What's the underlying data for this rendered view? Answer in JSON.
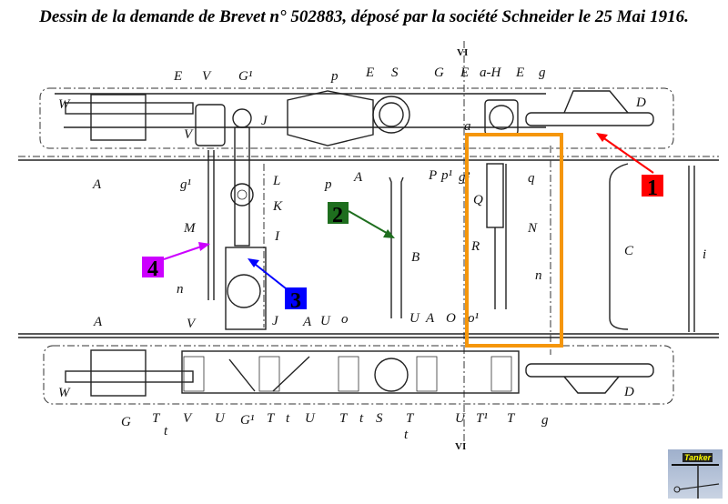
{
  "title": "Dessin de la demande de Brevet n° 502883, déposé par la société Schneider le 25 Mai 1916.",
  "labels": [
    "E",
    "V",
    "G¹",
    "p",
    "E",
    "S",
    "G",
    "E",
    "a-H",
    "E",
    "g",
    "D",
    "W",
    "V",
    "J",
    "a",
    "A",
    "g¹",
    "L",
    "K",
    "p",
    "A",
    "P",
    "p¹",
    "g²",
    "q",
    "M",
    "I",
    "Q",
    "B",
    "R",
    "N",
    "C",
    "n",
    "A",
    "V",
    "J",
    "A",
    "U",
    "o",
    "U",
    "A",
    "O",
    "o¹",
    "G",
    "T",
    "t",
    "V",
    "U",
    "G¹",
    "T",
    "t",
    "U",
    "T",
    "t",
    "S",
    "T",
    "t",
    "U",
    "T¹",
    "T",
    "g",
    "D",
    "W",
    "VI",
    "VI",
    "n",
    "i"
  ],
  "annotations": [
    {
      "number": "1",
      "color": "#ff0000"
    },
    {
      "number": "2",
      "color": "#1e6e1e"
    },
    {
      "number": "3",
      "color": "#0000ff"
    },
    {
      "number": "4",
      "color": "#cc00ff"
    }
  ],
  "highlight_color": "#f5960a",
  "logo": {
    "text": "Tanker"
  }
}
